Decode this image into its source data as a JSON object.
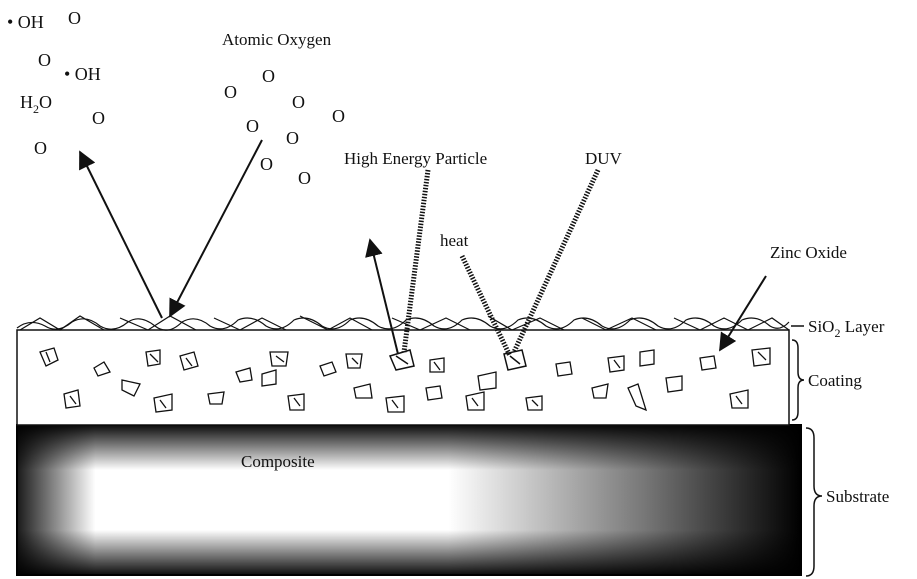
{
  "labels": {
    "atomic_oxygen": "Atomic Oxygen",
    "high_energy_particle": "High Energy Particle",
    "duv": "DUV",
    "heat": "heat",
    "zinc_oxide": "Zinc Oxide",
    "sio2_prefix": "SiO",
    "sio2_sub": "2",
    "sio2_suffix": " Layer",
    "coating": "Coating",
    "composite": "Composite",
    "substrate": "Substrate"
  },
  "species": {
    "hydroxyl_1": "• OH",
    "hydroxyl_2": "• OH",
    "water_prefix": "H",
    "water_sub": "2",
    "water_suffix": "O",
    "oxygen": "O"
  },
  "colors": {
    "ink": "#111111",
    "substrate_dark": "#000000",
    "substrate_light": "#ffffff"
  }
}
